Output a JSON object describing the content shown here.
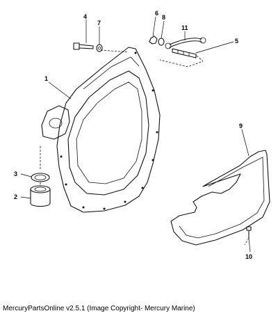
{
  "callouts": [
    "1",
    "2",
    "3",
    "4",
    "5",
    "6",
    "7",
    "8",
    "9",
    "10",
    "11"
  ],
  "footer": {
    "text": "MercuryPartsOnline v2.5.1 (Image Copyright- Mercury Marine)"
  }
}
